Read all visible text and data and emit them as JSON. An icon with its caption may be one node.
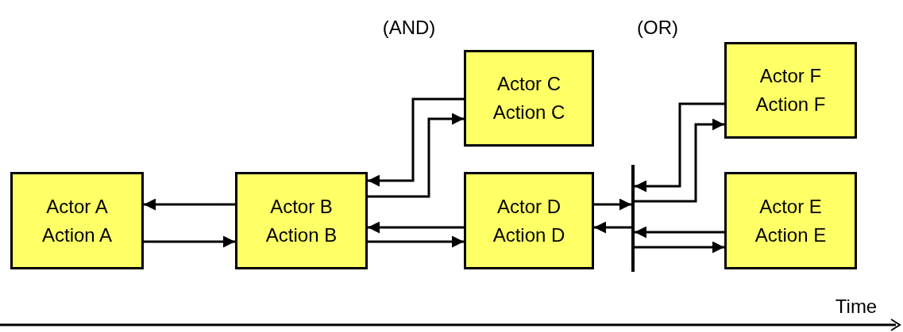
{
  "diagram": {
    "nodes": [
      {
        "text": [
          "Actor A",
          "Action A"
        ]
      },
      {
        "text": [
          "Actor B",
          "Action B"
        ]
      },
      {
        "text": [
          "Actor C",
          "Action C"
        ]
      },
      {
        "text": [
          "Actor D",
          "Action D"
        ]
      },
      {
        "text": [],
        "shape": "bar"
      },
      {
        "text": [
          "Actor F",
          "Action F"
        ]
      },
      {
        "text": [
          "Actor E",
          "Action E"
        ]
      }
    ],
    "edges": [
      {
        "from": 1,
        "to": 0,
        "arrow": "to"
      },
      {
        "from": 0,
        "to": 1,
        "arrow": "to"
      },
      {
        "from": 2,
        "to": 1,
        "arrow": "to"
      },
      {
        "from": 1,
        "to": 2,
        "arrow": "to"
      },
      {
        "from": 3,
        "to": 1,
        "arrow": "to"
      },
      {
        "from": 1,
        "to": 3,
        "arrow": "to"
      },
      {
        "from": 3,
        "to": 4,
        "arrow": "to"
      },
      {
        "from": 4,
        "to": 3,
        "arrow": "to"
      },
      {
        "from": 5,
        "to": 4,
        "arrow": "to"
      },
      {
        "from": 4,
        "to": 5,
        "arrow": "to"
      },
      {
        "from": 6,
        "to": 4,
        "arrow": "to"
      },
      {
        "from": 4,
        "to": 6,
        "arrow": "to"
      }
    ],
    "labels": [
      "(AND)",
      "(OR)",
      "Time"
    ]
  }
}
